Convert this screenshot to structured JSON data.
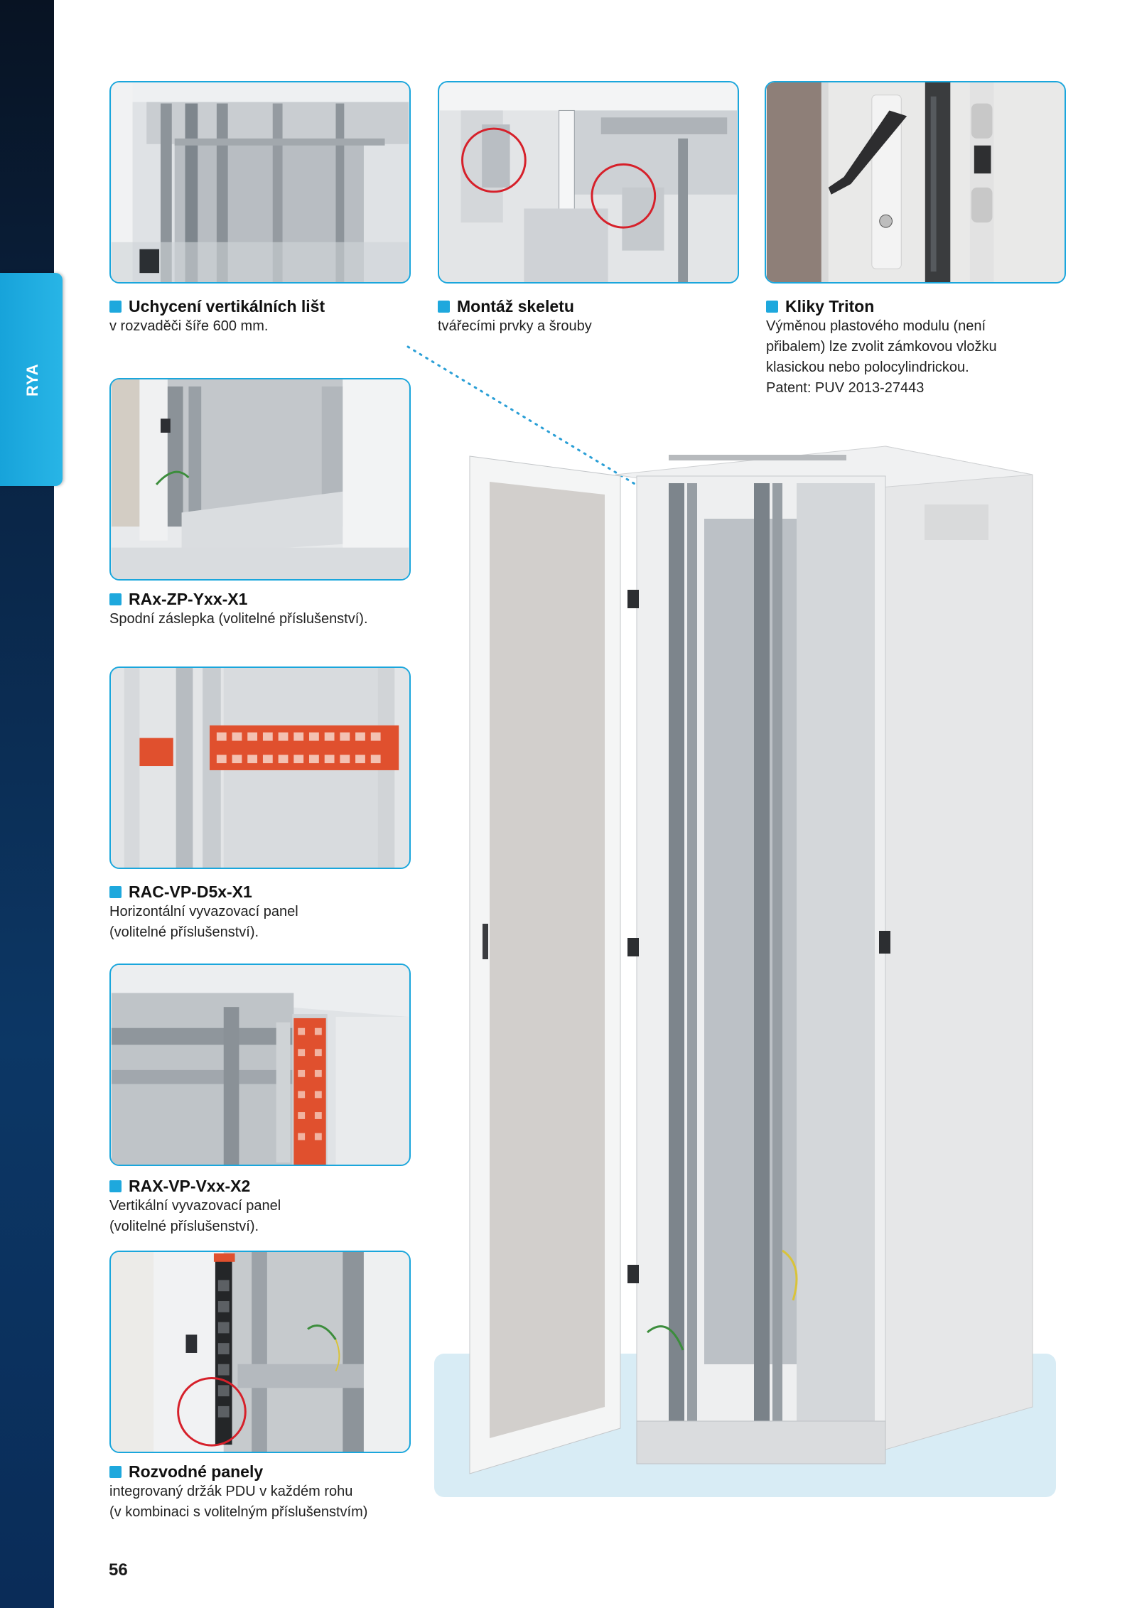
{
  "side_tab": {
    "label": "RYA"
  },
  "captions": {
    "c1": {
      "title": "Uchycení vertikálních lišt",
      "lines": [
        "v rozvaděči šíře 600 mm."
      ]
    },
    "c2": {
      "title": "Montáž skeletu",
      "lines": [
        "tvářecími prvky a šrouby"
      ]
    },
    "c3": {
      "title": "Kliky Triton",
      "lines": [
        "Výměnou plastového modulu (není",
        "přibalem) lze zvolit zámkovou vložku",
        "klasickou nebo polocylindrickou.",
        "Patent: PUV 2013-27443"
      ]
    },
    "c4": {
      "title": "RAx-ZP-Yxx-X1",
      "lines": [
        "Spodní záslepka (volitelné příslušenství)."
      ]
    },
    "c5": {
      "title": "RAC-VP-D5x-X1",
      "lines": [
        "Horizontální vyvazovací panel",
        "(volitelné příslušenství)."
      ]
    },
    "c6": {
      "title": "RAX-VP-Vxx-X2",
      "lines": [
        "Vertikální vyvazovací panel",
        "(volitelné příslušenství)."
      ]
    },
    "c7": {
      "title": "Rozvodné panely",
      "lines": [
        "integrovaný držák PDU v každém rohu",
        "(v kombinaci s volitelným příslušenstvím)"
      ]
    }
  },
  "page_number": "56",
  "colors": {
    "accent": "#1ea8dd",
    "side_bar": "#0a2546",
    "highlight_circle": "#d6202a",
    "cable_tie_panel": "#e0502e"
  }
}
